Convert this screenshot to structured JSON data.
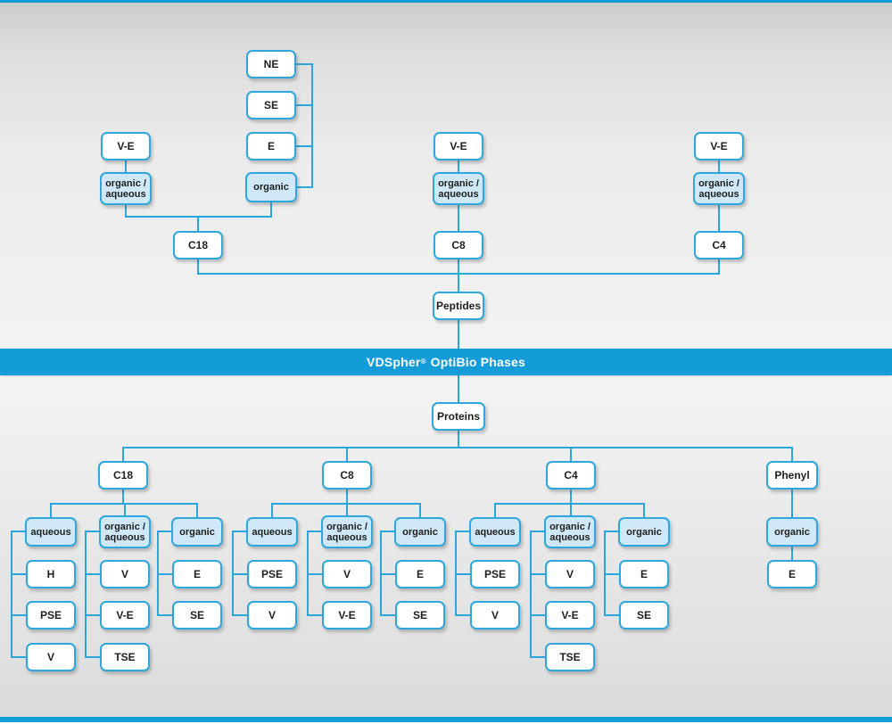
{
  "colors": {
    "accent": "#149cd8",
    "line": "#2aa6dd",
    "node_border": "#2da7de",
    "mode_fill": "#cfe8f7",
    "text": "#1e1e1c"
  },
  "banner": {
    "brand": "VDSpher",
    "registered_mark": "®",
    "suffix": "OptiBio Phases"
  },
  "peptides": {
    "root": "Peptides",
    "c18": {
      "label": "C18",
      "organic_aqueous": {
        "label": "organic /\naqueous",
        "variants": [
          "V-E"
        ]
      },
      "organic": {
        "label": "organic",
        "variants": [
          "NE",
          "SE",
          "E"
        ]
      }
    },
    "c8": {
      "label": "C8",
      "organic_aqueous": {
        "label": "organic /\naqueous",
        "variants": [
          "V-E"
        ]
      }
    },
    "c4": {
      "label": "C4",
      "organic_aqueous": {
        "label": "organic /\naqueous",
        "variants": [
          "V-E"
        ]
      }
    }
  },
  "proteins": {
    "root": "Proteins",
    "c18": {
      "label": "C18",
      "aqueous": {
        "label": "aqueous",
        "variants": [
          "H",
          "PSE",
          "V"
        ]
      },
      "organic_aqueous": {
        "label": "organic /\naqueous",
        "variants": [
          "V",
          "V-E",
          "TSE"
        ]
      },
      "organic": {
        "label": "organic",
        "variants": [
          "E",
          "SE"
        ]
      }
    },
    "c8": {
      "label": "C8",
      "aqueous": {
        "label": "aqueous",
        "variants": [
          "PSE",
          "V"
        ]
      },
      "organic_aqueous": {
        "label": "organic /\naqueous",
        "variants": [
          "V",
          "V-E"
        ]
      },
      "organic": {
        "label": "organic",
        "variants": [
          "E",
          "SE"
        ]
      }
    },
    "c4": {
      "label": "C4",
      "aqueous": {
        "label": "aqueous",
        "variants": [
          "PSE",
          "V"
        ]
      },
      "organic_aqueous": {
        "label": "organic /\naqueous",
        "variants": [
          "V",
          "V-E",
          "TSE"
        ]
      },
      "organic": {
        "label": "organic",
        "variants": [
          "E",
          "SE"
        ]
      }
    },
    "phenyl": {
      "label": "Phenyl",
      "organic": {
        "label": "organic",
        "variants": [
          "E"
        ]
      }
    }
  }
}
